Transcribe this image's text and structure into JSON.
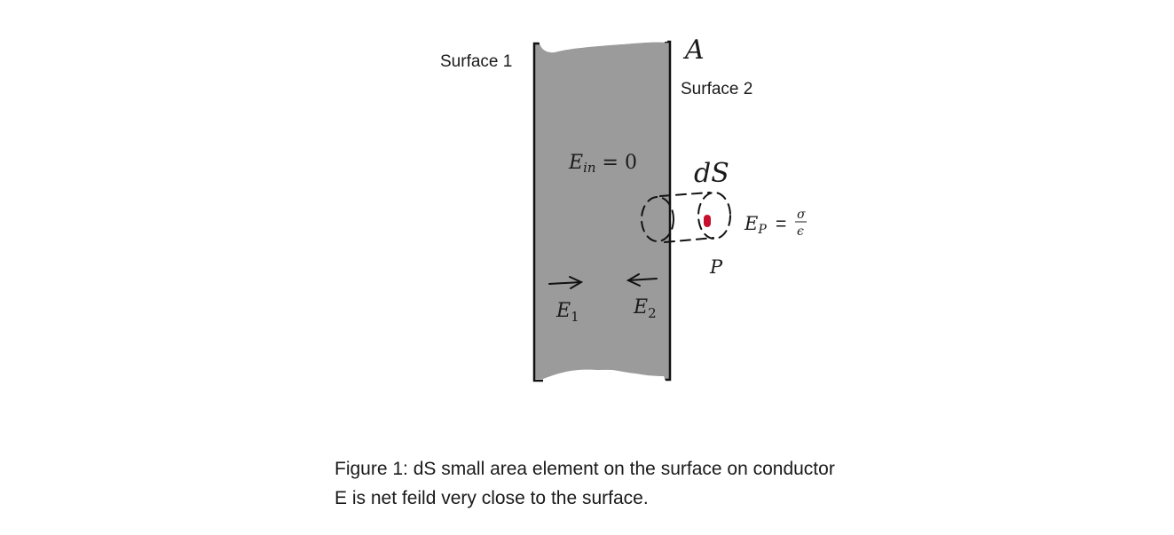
{
  "labels": {
    "surface1": "Surface 1",
    "surface2": "Surface 2",
    "area": "A",
    "e_in": "E",
    "e_in_sub": "in",
    "e_in_eq": " = 0",
    "ds": "dS",
    "point": "P",
    "ep": "E",
    "ep_sub": "P",
    "ep_eq": "=",
    "ep_num": "σ",
    "ep_den": "ϵ",
    "e1": "E",
    "e1_sub": "1",
    "e2": "E",
    "e2_sub": "2"
  },
  "colors": {
    "conductor": "#9b9b9b",
    "outline": "#111111",
    "point": "#c8102e"
  },
  "caption": {
    "line1": "Figure 1: dS small area element on the surface on conductor",
    "line2": "E is net feild very close to the surface."
  }
}
